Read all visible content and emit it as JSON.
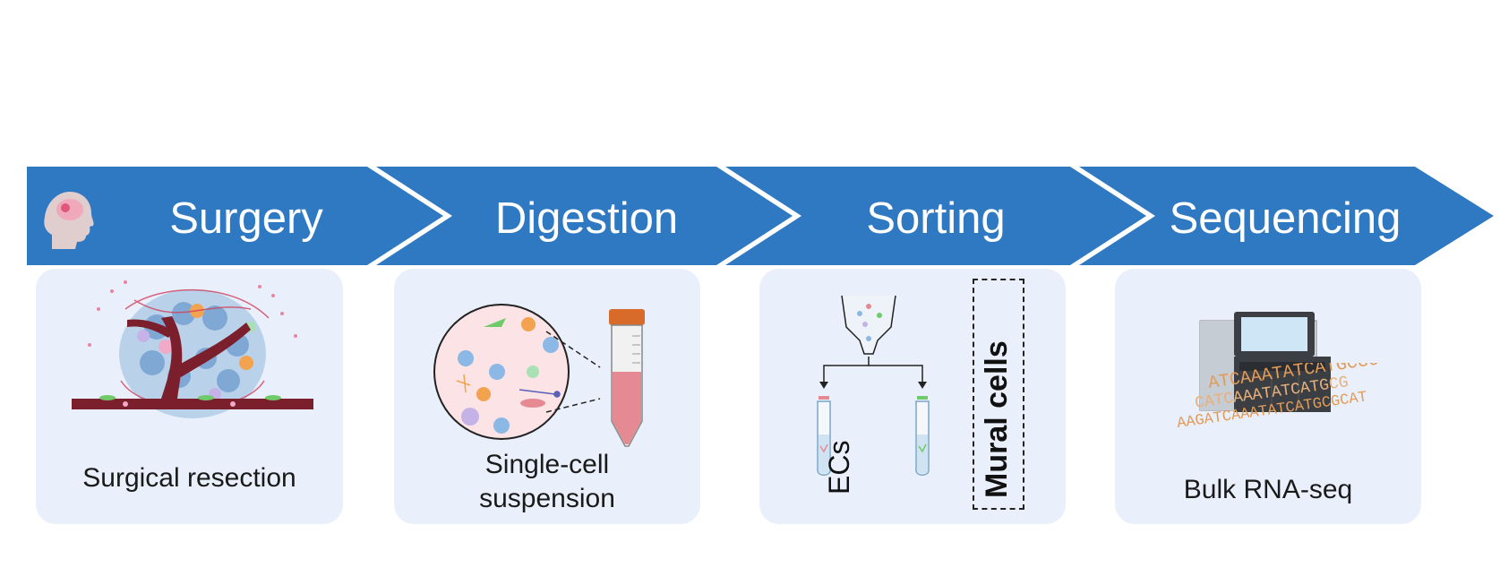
{
  "colors": {
    "banner": "#2f78c2",
    "panel": "#e9f0fb",
    "vessel": "#7a1f2b",
    "tube_liquid": "#e58a93",
    "tube_cap": "#d86a2a",
    "sequencer_body": "#3b3f44",
    "dna_text": "#e39b58"
  },
  "stages": [
    {
      "title": "Surgery",
      "caption": "Surgical resection",
      "icon": "head-brain-icon"
    },
    {
      "title": "Digestion",
      "caption_lines": [
        "Single-cell",
        "suspension"
      ],
      "icon": "cell-suspension-illustration"
    },
    {
      "title": "Sorting",
      "left_label": "ECs",
      "right_label": "Mural cells",
      "icon": "sorting-funnel-illustration"
    },
    {
      "title": "Sequencing",
      "caption": "Bulk RNA-seq",
      "icon": "sequencer-illustration"
    }
  ],
  "dna_lines": [
    "ATCAAATATCATGCGCAT",
    "CATCAAATATCATGCG",
    "AAGATCAAATATCATGCGCAT"
  ]
}
